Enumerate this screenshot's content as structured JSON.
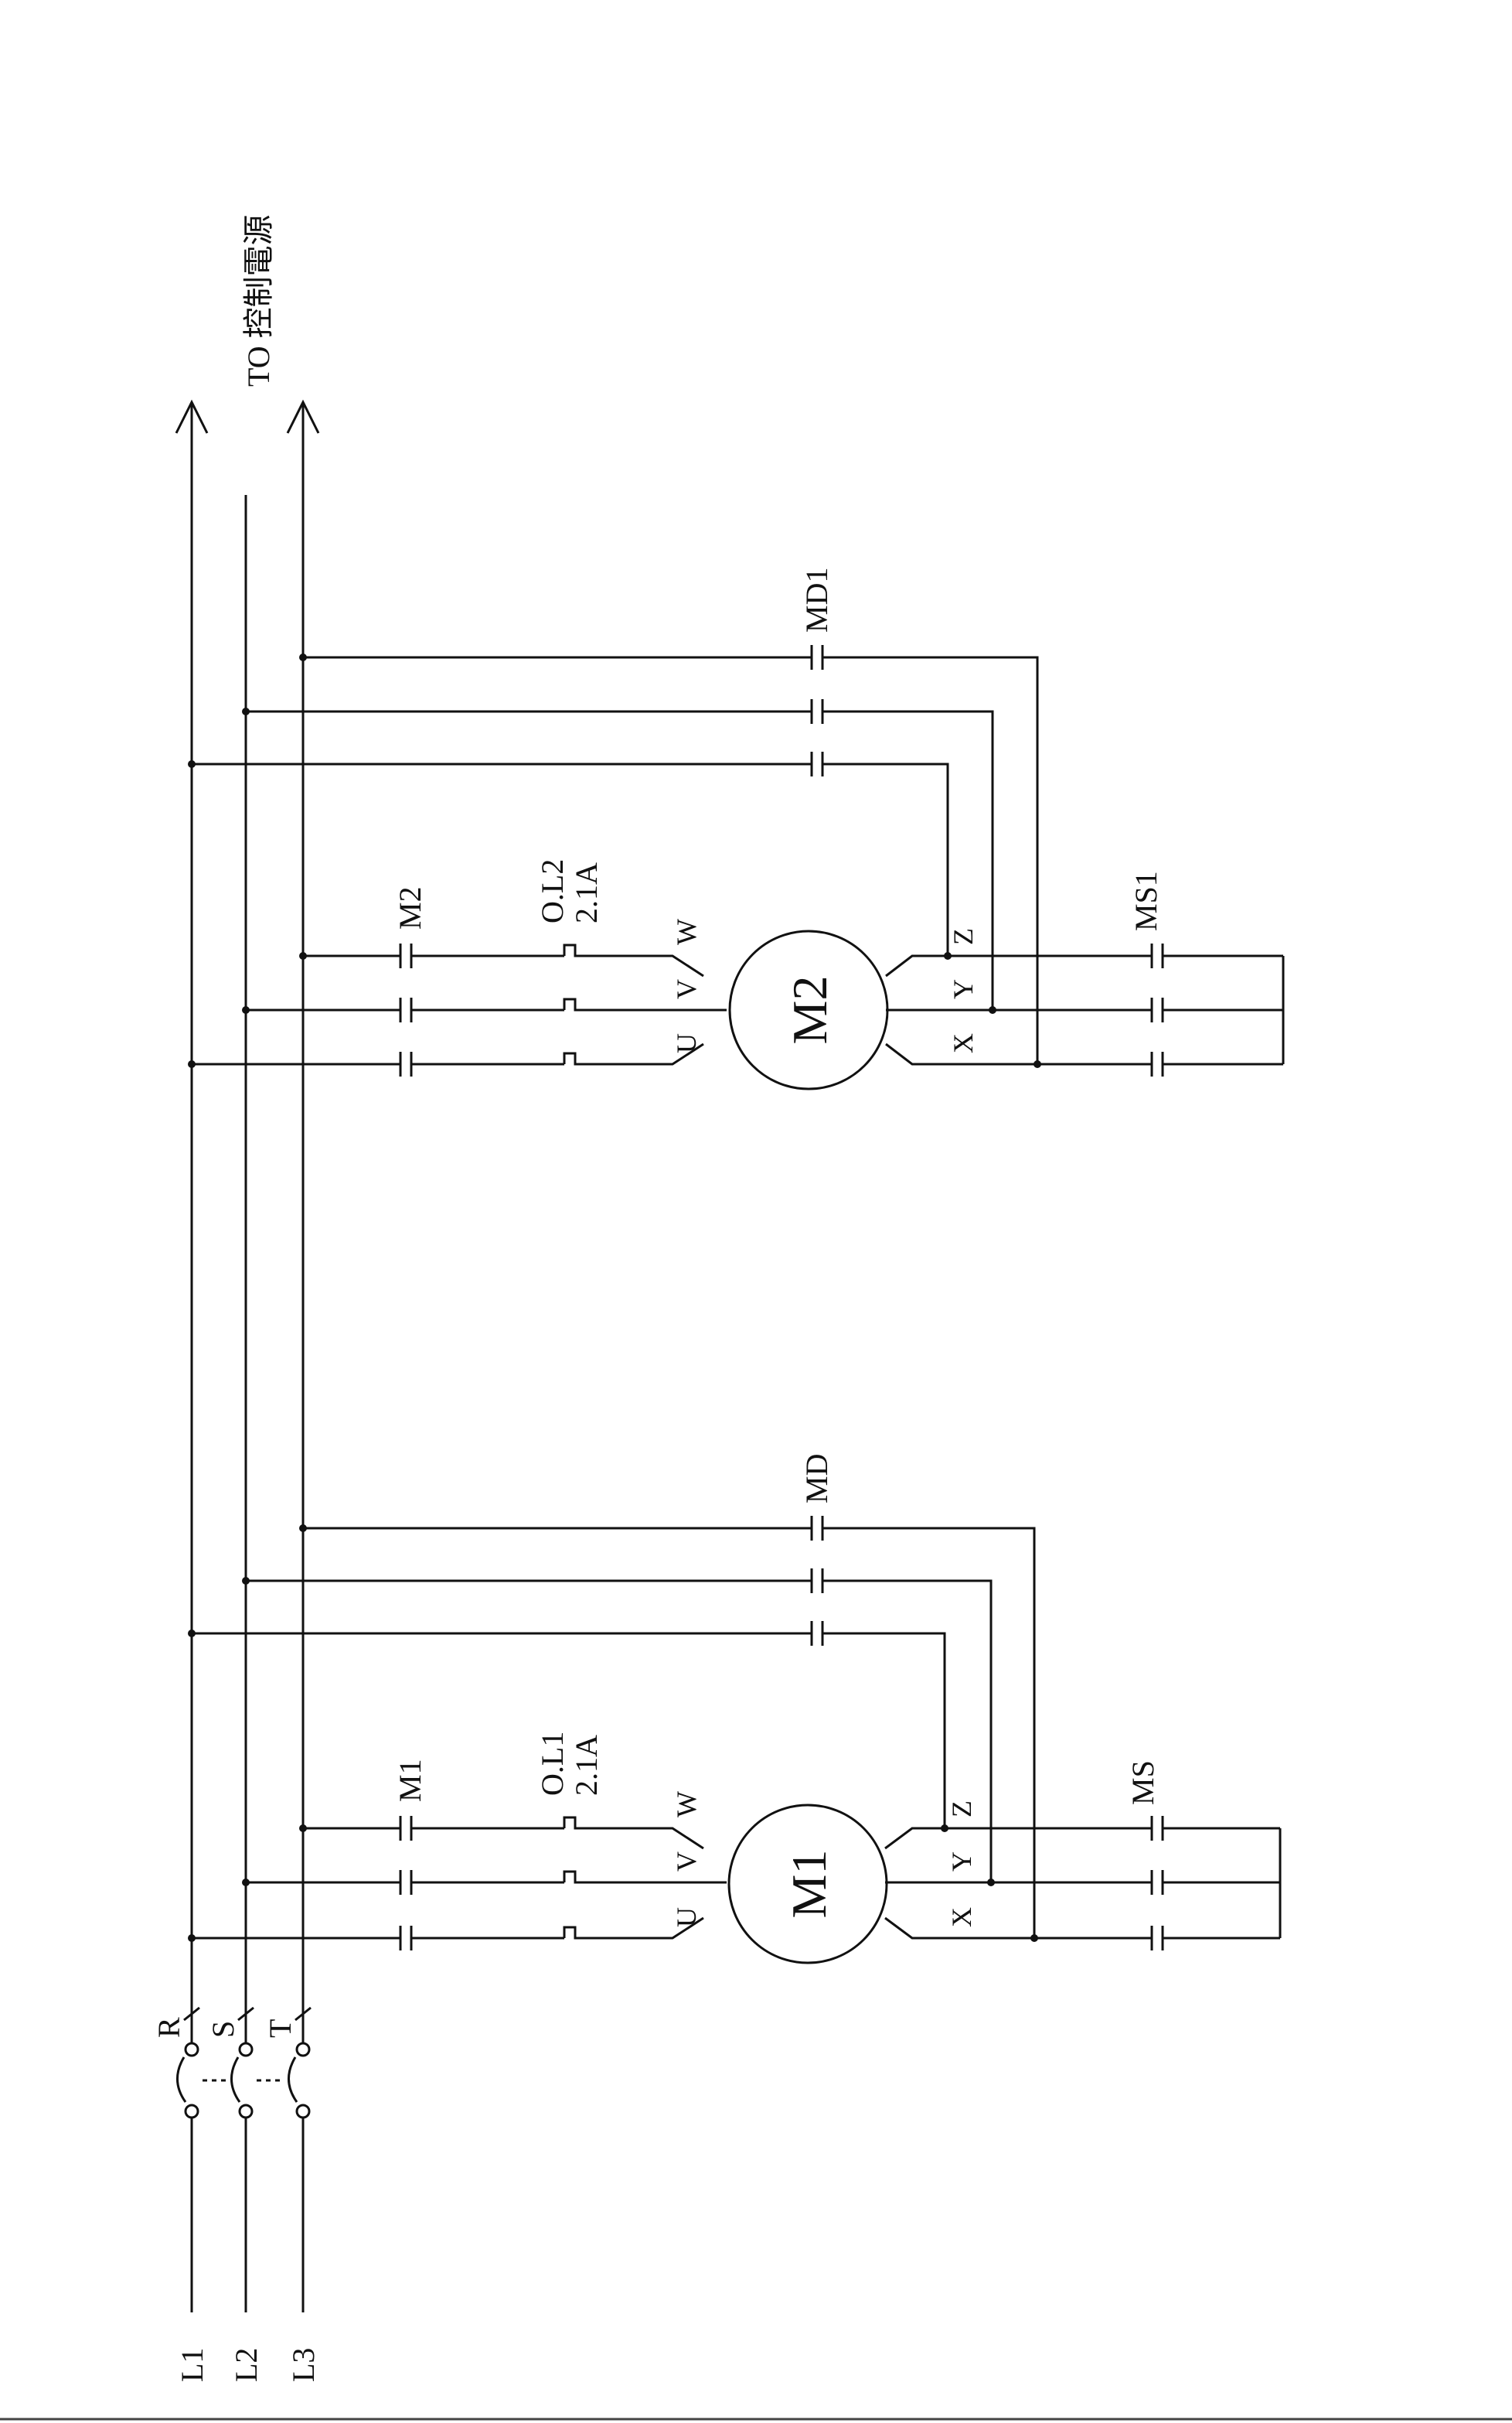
{
  "supply_inputs": [
    "L1",
    "L2",
    "L3"
  ],
  "phase_labels": [
    "R",
    "S",
    "T"
  ],
  "to_control_power": "TO 控制電源",
  "motor_1": {
    "name": "M1",
    "main_contactor": "M1",
    "delta_contactor": "MD",
    "star_contactor": "MS",
    "overload_name": "O.L1",
    "overload_rating": "2.1A",
    "start_terminals": [
      "U",
      "V",
      "W"
    ],
    "end_terminals": [
      "X",
      "Y",
      "Z"
    ]
  },
  "motor_2": {
    "name": "M2",
    "main_contactor": "M2",
    "delta_contactor": "MD1",
    "star_contactor": "MS1",
    "overload_name": "O.L2",
    "overload_rating": "2.1A",
    "start_terminals": [
      "U",
      "V",
      "W"
    ],
    "end_terminals": [
      "X",
      "Y",
      "Z"
    ]
  }
}
